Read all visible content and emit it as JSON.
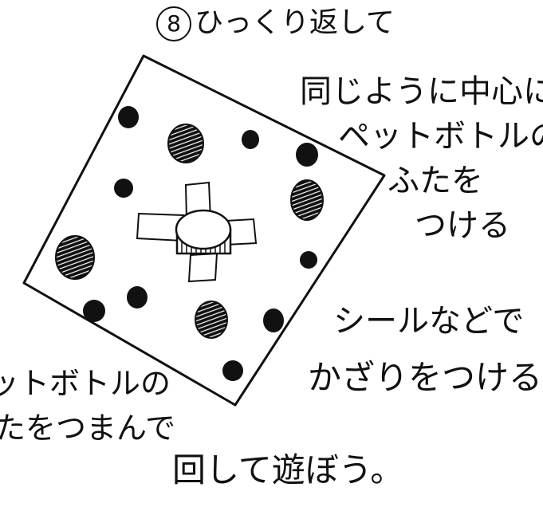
{
  "step": {
    "number": "8",
    "title": "ひっくり返して"
  },
  "instruction": {
    "line1": "同じように中心に",
    "line2": "ペットボトルの",
    "line3": "ふたを",
    "line4": "つける"
  },
  "decorate": {
    "line1": "シールなどで",
    "line2": "かざりをつける"
  },
  "play": {
    "line1": "ットボトルの",
    "line2": "たをつまんで",
    "line3": "回して遊ぼう。"
  },
  "colors": {
    "ink": "#111111",
    "paper": "#ffffff"
  }
}
